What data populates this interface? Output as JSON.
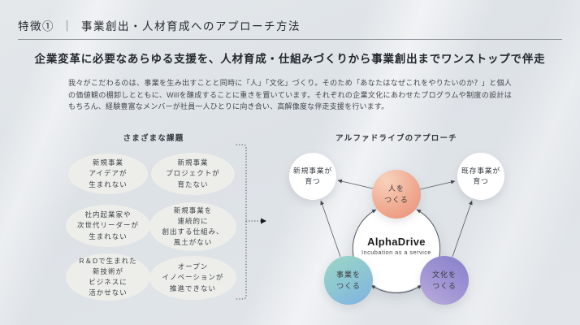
{
  "slide": {
    "header": {
      "feature_label": "特徴①",
      "divider": "｜",
      "title": "事業創出・人材育成へのアプローチ方法"
    },
    "intro": {
      "headline": "企業変革に必要なあらゆる支援を、人材育成・仕組みづくりから事業創出までワンストップで伴走",
      "body": "我々がこだわるのは、事業を生み出すことと同時に「人」「文化」づくり。そのため「あなたはなぜこれをやりたいのか？」と個人の価値観の棚卸しとともに、Willを醸成することに重きを置いています。それぞれの企業文化にあわせたプログラムや制度の設計はもちろん、経験豊富なメンバーが社員一人ひとりに向き合い、高解像度な伴走支援を行います。"
    },
    "challenges": {
      "label": "さまざまな課題",
      "items": [
        "新規事業\nアイデアが\n生まれない",
        "新規事業\nプロジェクトが\n育たない",
        "社内起業家や\n次世代リーダーが\n生まれない",
        "新規事業を\n連続的に\n創出する仕組み、\n風土がない",
        "R＆Dで生まれた\n新技術が\nビジネスに\n活かせない",
        "オープン\nイノベーションが\n推進できない"
      ]
    },
    "approach": {
      "label": "アルファドライブのアプローチ",
      "outcome_left": "新規事業が\n育つ",
      "outcome_right": "既存事業が\n育つ",
      "pillar_people": "人を\nつくる",
      "pillar_business": "事業を\nつくる",
      "pillar_culture": "文化を\nつくる",
      "hub_brand": "AlphaDrive",
      "hub_tagline": "Incubation as a service"
    },
    "colors": {
      "background": "#dfe3e8",
      "people_gradient": [
        "#f8d2bd",
        "#e78f77"
      ],
      "business_gradient": [
        "#99d5c5",
        "#7fb2e2"
      ],
      "culture_gradient": [
        "#8a83cd",
        "#bcaedd"
      ],
      "bubble": "#edeee9",
      "arrow": "#45494e"
    }
  }
}
